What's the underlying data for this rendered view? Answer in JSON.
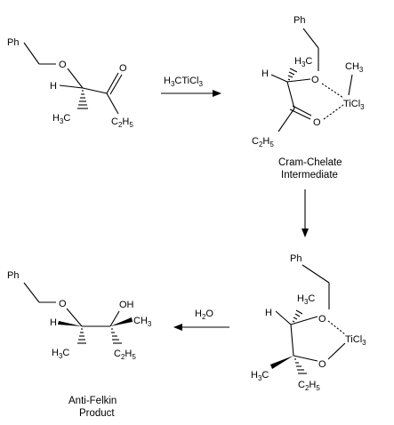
{
  "reagent": {
    "main": "H",
    "sub1": "3",
    "rest": "CTiCl",
    "sub2": "3"
  },
  "water": {
    "main": "H",
    "sub": "2",
    "rest": "O"
  },
  "labels": {
    "ph": "Ph",
    "o": "O",
    "h": "H",
    "h3c_main": "H",
    "h3c_sub": "3",
    "h3c_rest": "C",
    "c2h5_main": "C",
    "c2h5_sub1": "2",
    "c2h5_mid": "H",
    "c2h5_sub2": "5",
    "ch3_main": "CH",
    "ch3_sub": "3",
    "ticl3_main": "TiCl",
    "ticl3_sub": "3",
    "oh": "OH"
  },
  "captions": {
    "intermediate_line1": "Cram-Chelate",
    "intermediate_line2": "Intermediate",
    "product_line1": "Anti-Felkin",
    "product_line2": "Product"
  }
}
